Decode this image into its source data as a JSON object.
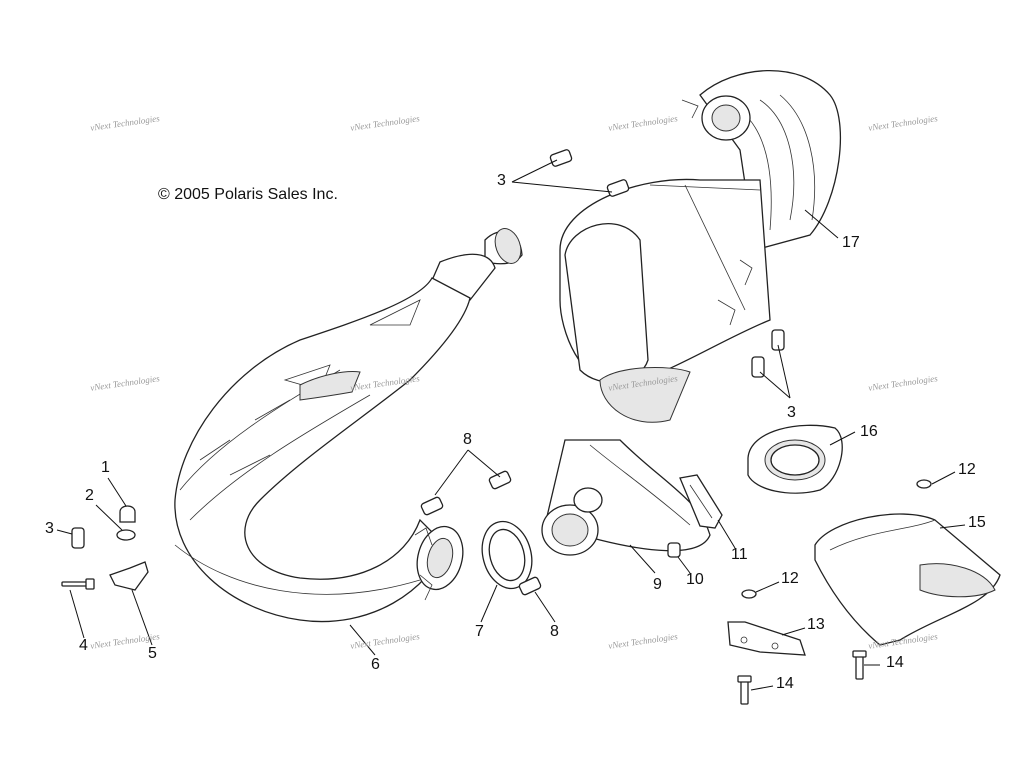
{
  "copyright": "© 2005 Polaris Sales Inc.",
  "watermark": "vNext Technologies",
  "callouts": {
    "c1": "1",
    "c2": "2",
    "c3a": "3",
    "c3b": "3",
    "c3c": "3",
    "c4": "4",
    "c5": "5",
    "c6": "6",
    "c7": "7",
    "c8a": "8",
    "c8b": "8",
    "c9": "9",
    "c10": "10",
    "c11": "11",
    "c12a": "12",
    "c12b": "12",
    "c13": "13",
    "c14a": "14",
    "c14b": "14",
    "c15": "15",
    "c16": "16",
    "c17": "17"
  }
}
